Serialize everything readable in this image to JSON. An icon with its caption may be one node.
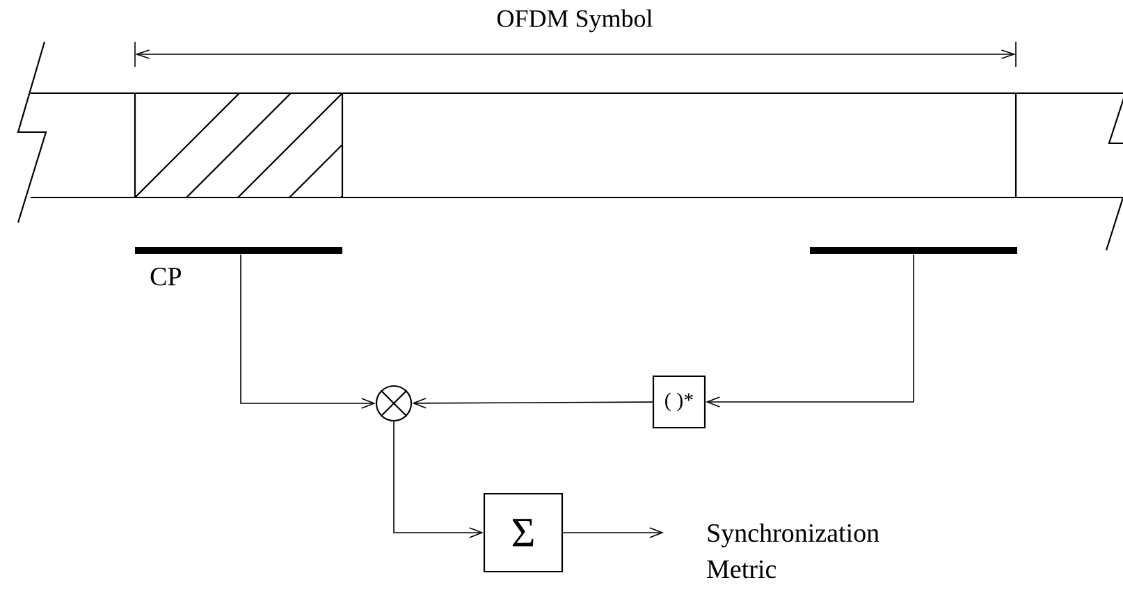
{
  "diagram": {
    "nodes": [
      {
        "text": [],
        "shape": "bar",
        "beside": [
          "CP"
        ]
      },
      {
        "text": [],
        "shape": "bar"
      },
      {
        "text": [],
        "shape": "circle"
      },
      {
        "text": [
          "( )*"
        ]
      },
      {
        "text": [
          "Σ"
        ]
      },
      {
        "text": [
          "Synchronization Metric"
        ]
      }
    ],
    "edges": [
      {
        "from": 0,
        "to": 2,
        "arrow": "to"
      },
      {
        "from": 1,
        "to": 3,
        "arrow": "to"
      },
      {
        "from": 3,
        "to": 2,
        "arrow": "to"
      },
      {
        "from": 2,
        "to": 4,
        "arrow": "to"
      },
      {
        "from": 4,
        "to": 5,
        "arrow": "to"
      }
    ],
    "labels": [
      "OFDM Symbol"
    ]
  }
}
